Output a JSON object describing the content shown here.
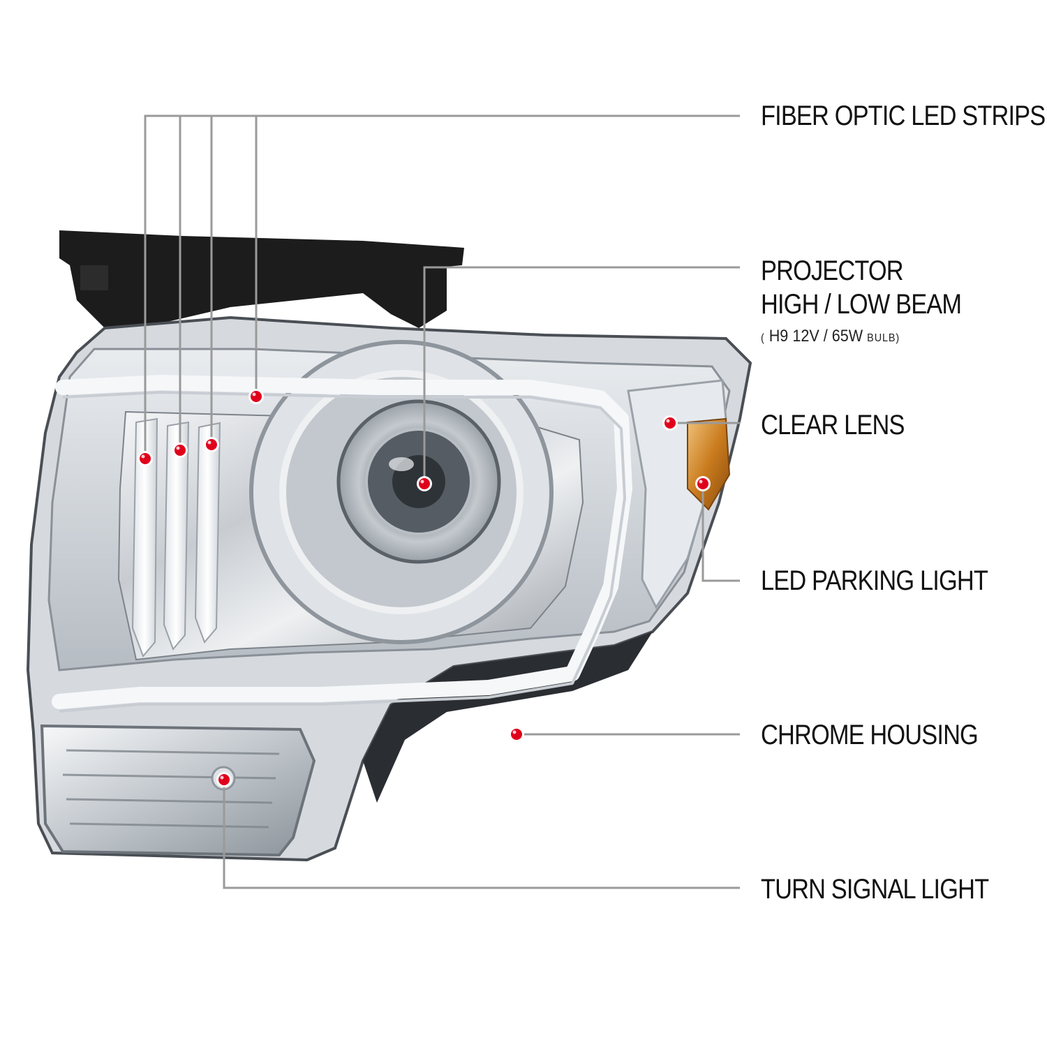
{
  "callouts": [
    {
      "id": "fiber-optic",
      "label": "FIBER OPTIC LED STRIPS"
    },
    {
      "id": "projector",
      "label_line1": "PROJECTOR",
      "label_line2": "HIGH / LOW BEAM",
      "spec_open": "(",
      "spec_bulb_type": "H9",
      "spec_rating": "12V / 65W",
      "spec_unit": "BULB",
      "spec_close": ")"
    },
    {
      "id": "clear-lens",
      "label": "CLEAR LENS"
    },
    {
      "id": "led-parking",
      "label": "LED PARKING LIGHT"
    },
    {
      "id": "chrome-housing",
      "label": "CHROME HOUSING"
    },
    {
      "id": "turn-signal",
      "label": "TURN SIGNAL LIGHT"
    }
  ],
  "colors": {
    "callout_line": "#9a9a9a",
    "marker": "#e0001b",
    "label_text": "#111111",
    "amber_reflector": "#c97b1d",
    "bracket": "#1c1c1c"
  }
}
